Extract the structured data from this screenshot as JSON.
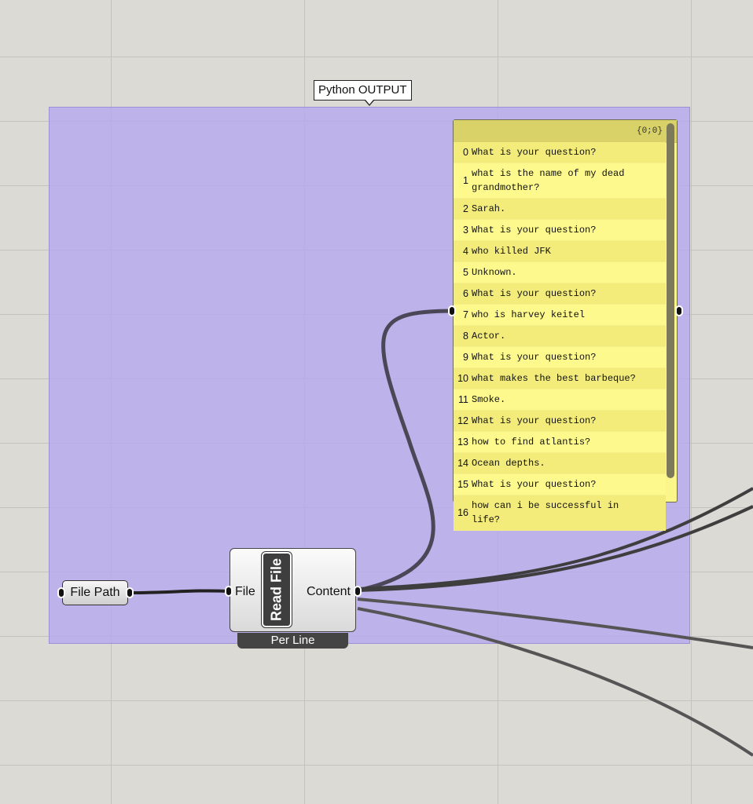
{
  "group": {
    "label": "Python OUTPUT"
  },
  "file_path_param": {
    "label": "File Path"
  },
  "read_file": {
    "name": "Read File",
    "input": "File",
    "output": "Content",
    "mode": "Per Line"
  },
  "panel": {
    "path": "{0;0}",
    "rows": [
      {
        "i": "0",
        "t": "What is your question?"
      },
      {
        "i": "1",
        "t": "what is the name of my dead\ngrandmother?"
      },
      {
        "i": "2",
        "t": "Sarah."
      },
      {
        "i": "3",
        "t": "What is your question?"
      },
      {
        "i": "4",
        "t": "who killed JFK"
      },
      {
        "i": "5",
        "t": "Unknown."
      },
      {
        "i": "6",
        "t": "What is your question?"
      },
      {
        "i": "7",
        "t": "who is harvey keitel"
      },
      {
        "i": "8",
        "t": "Actor."
      },
      {
        "i": "9",
        "t": "What is your question?"
      },
      {
        "i": "10",
        "t": "what makes the best barbeque?"
      },
      {
        "i": "11",
        "t": "Smoke."
      },
      {
        "i": "12",
        "t": "What is your question?"
      },
      {
        "i": "13",
        "t": "how to find atlantis?"
      },
      {
        "i": "14",
        "t": "Ocean depths."
      },
      {
        "i": "15",
        "t": "What is your question?"
      },
      {
        "i": "16",
        "t": "how can i be successful in\nlife?"
      }
    ]
  }
}
